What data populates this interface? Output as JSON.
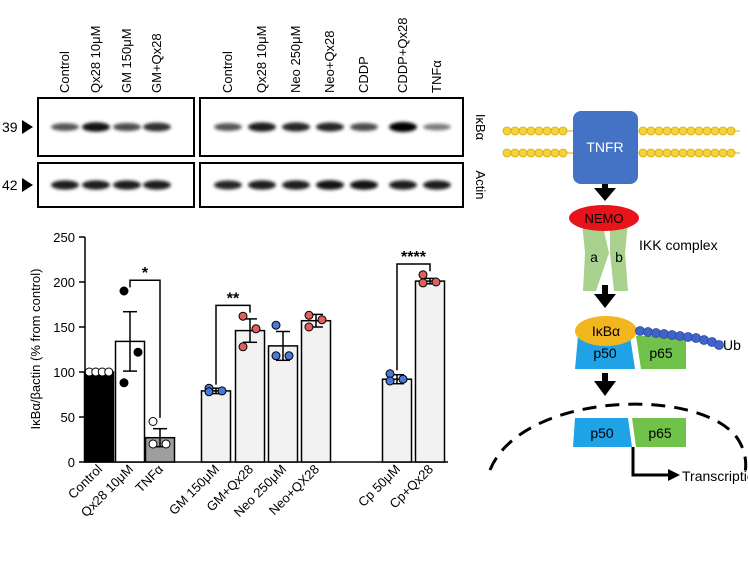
{
  "blot": {
    "lane_labels_left": [
      "Control",
      "Qx28 10μM",
      "GM 150μM",
      "GM+Qx28"
    ],
    "lane_labels_right": [
      "Control",
      "Qx28 10μM",
      "Neo 250μM",
      "Neo+Qx28",
      "CDDP",
      "CDDP+Qx28",
      "TNFα"
    ],
    "rows": [
      {
        "marker": "39",
        "label": "IκBα",
        "intensity_left": [
          0.55,
          0.9,
          0.6,
          0.75
        ],
        "intensity_right": [
          0.55,
          0.85,
          0.8,
          0.8,
          0.6,
          1.0,
          0.35
        ]
      },
      {
        "marker": "42",
        "label": "Actin",
        "intensity_left": [
          0.85,
          0.85,
          0.85,
          0.85
        ],
        "intensity_right": [
          0.8,
          0.85,
          0.85,
          0.9,
          0.9,
          0.85,
          0.85
        ]
      }
    ]
  },
  "chart_data": {
    "type": "bar",
    "ylabel": "IκBα/βactin (% from control)",
    "ylim": [
      0,
      250
    ],
    "yticks": [
      "0",
      "50",
      "100",
      "150",
      "200",
      "250"
    ],
    "bars": [
      {
        "label": "Control",
        "value": 100,
        "sem": 0,
        "fill": "#000000",
        "point_color": "#ffffff",
        "points": [
          100,
          100,
          100,
          100
        ]
      },
      {
        "label": "Qx28 10μM",
        "value": 134,
        "sem": 33,
        "fill": "#ffffff",
        "point_color": "#000000",
        "points": [
          190,
          122,
          88
        ]
      },
      {
        "label": "TNFα",
        "value": 27,
        "sem": 10,
        "fill": "#9e9e9e",
        "point_color": "#ffffff",
        "points": [
          45,
          20,
          20
        ]
      },
      {
        "label": "GM 150μM",
        "value": 79,
        "sem": 3,
        "fill": "#f2f2f2",
        "point_color": "#4a78d6",
        "points": [
          82,
          79,
          78
        ]
      },
      {
        "label": "GM+Qx28",
        "value": 146,
        "sem": 13,
        "fill": "#f2f2f2",
        "point_color": "#e06060",
        "points": [
          162,
          148,
          128
        ]
      },
      {
        "label": "Neo 250μM",
        "value": 129,
        "sem": 16,
        "fill": "#f2f2f2",
        "point_color": "#4a78d6",
        "points": [
          152,
          118,
          118
        ]
      },
      {
        "label": "Neo+QX28",
        "value": 157,
        "sem": 7,
        "fill": "#f2f2f2",
        "point_color": "#e06060",
        "points": [
          163,
          158,
          150
        ]
      },
      {
        "label": "Cp 50μM",
        "value": 92,
        "sem": 5,
        "fill": "#f2f2f2",
        "point_color": "#4a78d6",
        "points": [
          98,
          92,
          90
        ]
      },
      {
        "label": "Cp+Qx28",
        "value": 201,
        "sem": 3,
        "fill": "#f2f2f2",
        "point_color": "#e06060",
        "points": [
          208,
          200,
          199
        ]
      }
    ],
    "significance": [
      {
        "from": 1,
        "to": 2,
        "label": "*"
      },
      {
        "from": 3,
        "to": 4,
        "label": "**"
      },
      {
        "from": 7,
        "to": 8,
        "label": "****"
      }
    ]
  },
  "pathway": {
    "receptor": "TNFR",
    "nemo": "NEMO",
    "ikk_label": "IKK complex",
    "ikk_a": "a",
    "ikk_b": "b",
    "ikba": "IκBα",
    "ub": "Ub",
    "p50": "p50",
    "p65": "p65",
    "transcription": "Transcription",
    "colors": {
      "receptor": "#4472c4",
      "nemo": "#e8141b",
      "ikk": "#a9d18e",
      "ikba": "#f2b61e",
      "p50": "#1fa3e6",
      "p65": "#70c24a",
      "membrane": "#f6d23a",
      "ub": "#3f63c8"
    }
  }
}
